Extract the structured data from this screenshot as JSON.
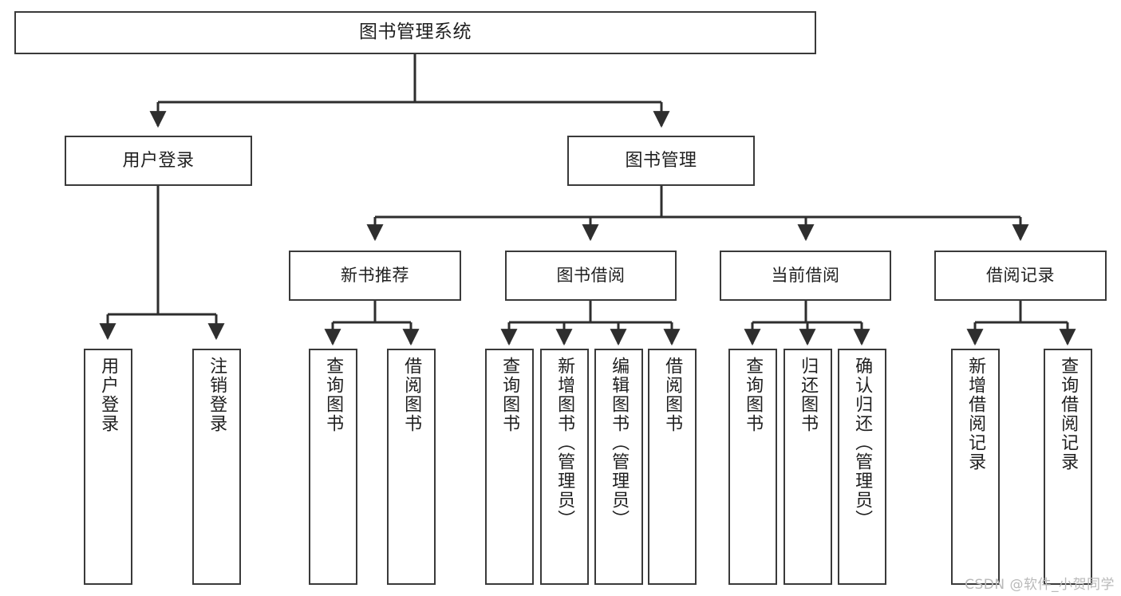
{
  "diagram": {
    "title": "图书管理系统",
    "type": "tree-hierarchy-diagram",
    "colors": {
      "box_border": "#3a3a3a",
      "box_fill": "#ffffff",
      "edge": "#2e2e2e",
      "text": "#1f1f1f",
      "watermark": "#b9b9b9",
      "background": "#ffffff"
    }
  },
  "root": {
    "label": "图书管理系统"
  },
  "level2": [
    {
      "label": "用户登录"
    },
    {
      "label": "图书管理"
    }
  ],
  "level3": [
    {
      "label": "新书推荐"
    },
    {
      "label": "图书借阅"
    },
    {
      "label": "当前借阅"
    },
    {
      "label": "借阅记录"
    }
  ],
  "leaves": {
    "user_login": [
      {
        "label": "用户登录"
      },
      {
        "label": "注销登录"
      }
    ],
    "new_book_recommend": [
      {
        "label": "查询图书"
      },
      {
        "label": "借阅图书"
      }
    ],
    "book_borrow": [
      {
        "label": "查询图书"
      },
      {
        "label": "新增图书（管理员）"
      },
      {
        "label": "编辑图书（管理员）"
      },
      {
        "label": "借阅图书"
      }
    ],
    "current_borrow": [
      {
        "label": "查询图书"
      },
      {
        "label": "归还图书"
      },
      {
        "label": "确认归还（管理员）"
      }
    ],
    "borrow_record": [
      {
        "label": "新增借阅记录"
      },
      {
        "label": "查询借阅记录"
      }
    ]
  },
  "watermark": {
    "text": "CSDN @软件_小贺同学"
  }
}
